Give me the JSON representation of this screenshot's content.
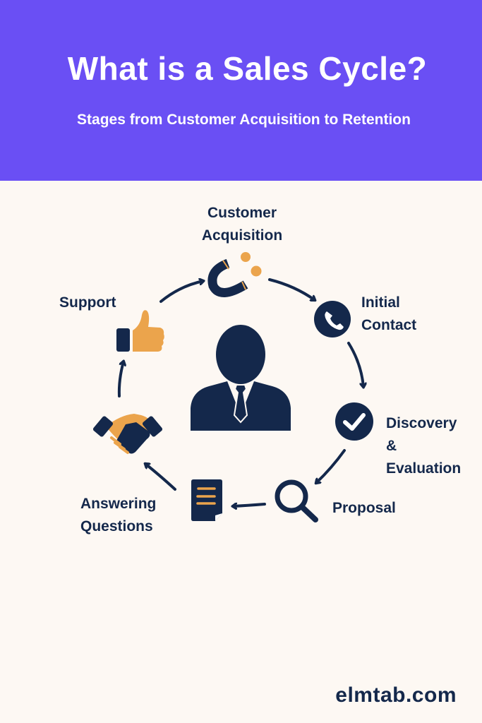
{
  "header": {
    "title": "What is a Sales Cycle?",
    "subtitle": "Stages from Customer Acquisition to Retention",
    "background_color": "#6a4ff4"
  },
  "colors": {
    "navy": "#14284b",
    "orange": "#eba44c",
    "background": "#fdf8f3"
  },
  "center": {
    "icon": "businessman-icon"
  },
  "stages": [
    {
      "id": "customer-acquisition",
      "line1": "Customer",
      "line2": "Acquisition",
      "icon": "magnet-icon"
    },
    {
      "id": "initial-contact",
      "line1": "Initial",
      "line2": "Contact",
      "icon": "phone-icon"
    },
    {
      "id": "discovery-evaluation",
      "line1": "Discovery",
      "line2": "&",
      "line3": "Evaluation",
      "icon": "checkmark-icon"
    },
    {
      "id": "proposal",
      "line1": "Proposal",
      "icon": "magnifier-icon"
    },
    {
      "id": "answering-questions",
      "line1": "Answering",
      "line2": "Questions",
      "icon": "document-icon"
    },
    {
      "id": "closing",
      "icon": "handshake-icon"
    },
    {
      "id": "support",
      "line1": "Support",
      "icon": "thumbs-up-icon"
    }
  ],
  "footer": {
    "site": "elmtab.com"
  }
}
